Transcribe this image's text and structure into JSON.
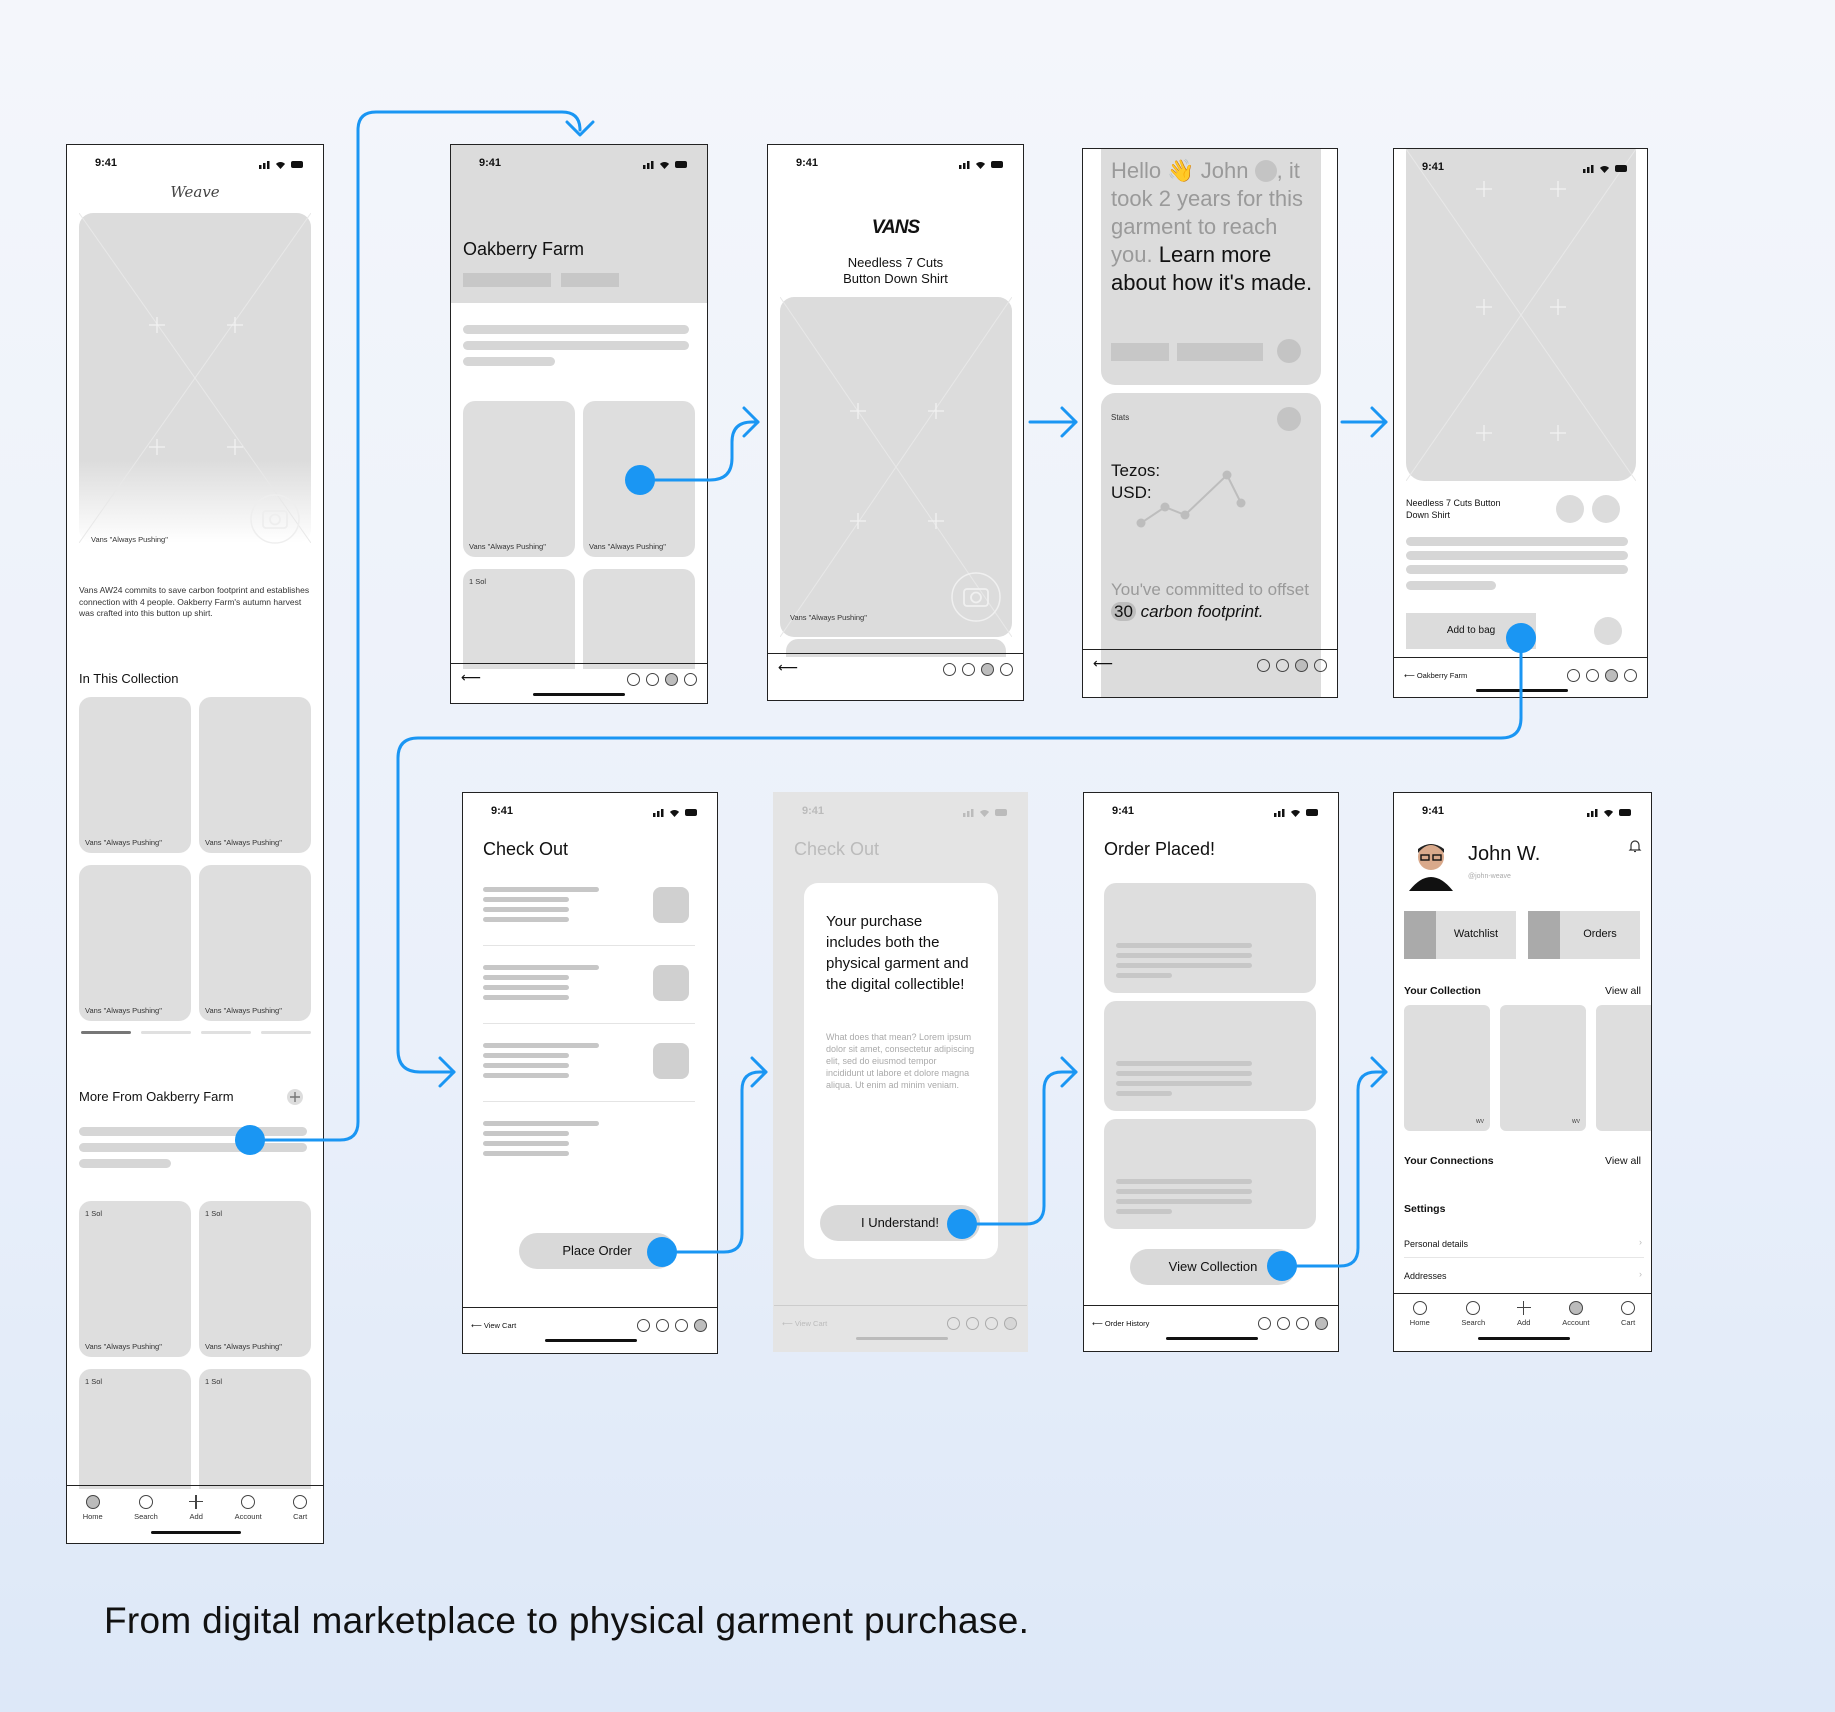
{
  "caption": "From digital marketplace to physical garment purchase.",
  "status_time": "9:41",
  "colors": {
    "accent": "#1a96f3",
    "placeholder": "#dcdcdc",
    "frame": "#222222"
  },
  "screen1": {
    "logo": "Weave",
    "hero_caption": "Vans \"Always Pushing\"",
    "description": "Vans AW24 commits to save carbon footprint and establishes connection with 4 people. Oakberry Farm's autumn harvest was crafted into this button up shirt.",
    "collection_heading": "In This Collection",
    "collection_items": [
      "Vans \"Always Pushing\"",
      "Vans \"Always Pushing\"",
      "Vans \"Always Pushing\"",
      "Vans \"Always Pushing\""
    ],
    "more_heading": "More From Oakberry Farm",
    "sol_labels": [
      "1 Sol",
      "1 Sol",
      "1 Sol",
      "1 Sol"
    ],
    "more_items": [
      "Vans \"Always Pushing\"",
      "Vans \"Always Pushing\""
    ],
    "tabs": [
      "Home",
      "Search",
      "Add",
      "Account",
      "Cart"
    ]
  },
  "screen2": {
    "title": "Oakberry Farm",
    "items": [
      "Vans \"Always Pushing\"",
      "Vans \"Always Pushing\""
    ],
    "sol": "1 Sol",
    "back": "⟵"
  },
  "screen3": {
    "brand": "VANS",
    "product_line1": "Needless 7 Cuts",
    "product_line2": "Button Down Shirt",
    "image_caption": "Vans \"Always Pushing\"",
    "back": "⟵"
  },
  "screen4": {
    "hello": "Hello",
    "wave": "👋",
    "name": "John",
    "comma": ",",
    "line_a": "it took 2 years for this garment to reach you.",
    "line_b": "Learn more about how it's made.",
    "stats_label": "Stats",
    "tezos_label": "Tezos:",
    "usd_label": "USD:",
    "committed_a": "You've committed to offset",
    "committed_num": "30",
    "committed_b": "carbon footprint.",
    "back": "⟵"
  },
  "screen5": {
    "product_name": "Needless 7 Cuts Button Down Shirt",
    "add_button": "Add to bag",
    "back_label": "Oakberry Farm"
  },
  "screen6": {
    "title": "Check Out",
    "place_order": "Place Order",
    "back_label": "View Cart"
  },
  "screen7": {
    "title": "Check Out",
    "modal_heading": "Your purchase includes both the physical garment and the digital collectible!",
    "modal_body": "What does that mean? Lorem ipsum dolor sit amet, consectetur adipiscing elit, sed do eiusmod tempor incididunt ut labore et dolore magna aliqua. Ut enim ad minim veniam.",
    "understand": "I Understand!",
    "back_label": "View Cart"
  },
  "screen8": {
    "title": "Order Placed!",
    "view_collection": "View Collection",
    "back_label": "Order History"
  },
  "screen9": {
    "name": "John W.",
    "handle": "@john-weave",
    "watchlist": "Watchlist",
    "orders": "Orders",
    "your_collection": "Your Collection",
    "view_all": "View all",
    "wv": "WV",
    "your_connections": "Your Connections",
    "settings": "Settings",
    "personal_details": "Personal details",
    "addresses": "Addresses",
    "tabs": [
      "Home",
      "Search",
      "Add",
      "Account",
      "Cart"
    ]
  }
}
